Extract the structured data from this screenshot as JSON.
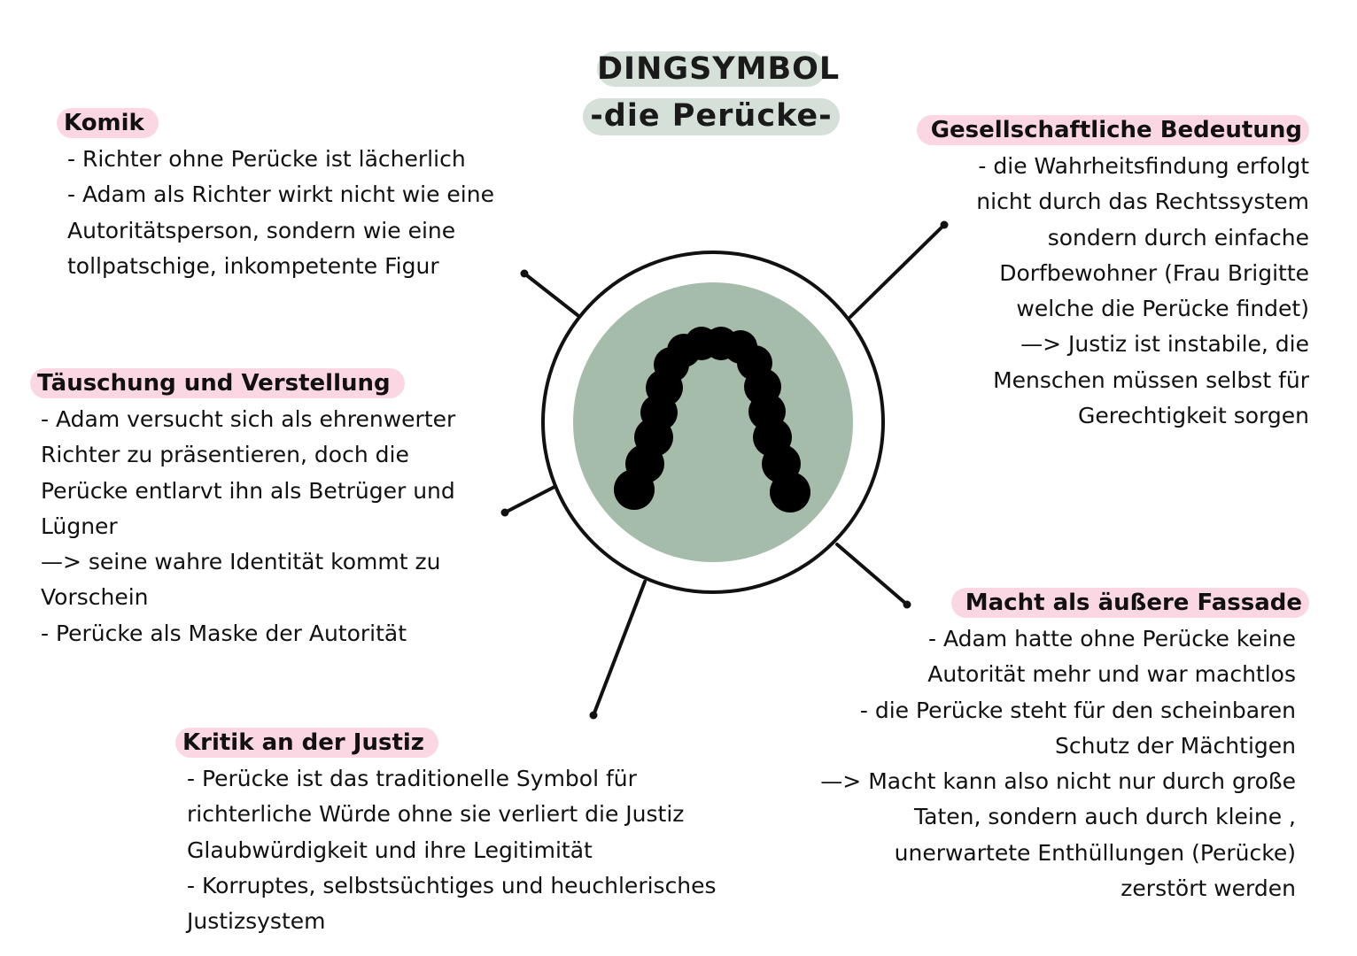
{
  "title": {
    "line1": "DINGSYMBOL",
    "line2": "-die Perücke-"
  },
  "colors": {
    "title_highlight": "#d5e0d8",
    "heading_highlight": "#fbd7e3",
    "circle_fill": "#a6bcaa",
    "wig": "#000000"
  },
  "center": {
    "icon": "wig-icon"
  },
  "sections": {
    "komik": {
      "heading": "Komik",
      "lines": [
        "- Richter ohne Perücke ist lächerlich",
        "- Adam als Richter wirkt nicht wie eine",
        "Autoritätsperson, sondern wie eine",
        "tollpatschige, inkompetente Figur"
      ]
    },
    "taeuschung": {
      "heading": "Täuschung und Verstellung",
      "lines": [
        "- Adam versucht sich als ehrenwerter",
        "Richter zu präsentieren, doch die",
        "Perücke entlarvt ihn als Betrüger und",
        "Lügner",
        "—> seine wahre Identität kommt zu",
        "Vorschein",
        "- Perücke als Maske der Autorität"
      ]
    },
    "kritik": {
      "heading": "Kritik an der Justiz",
      "lines": [
        "- Perücke ist das traditionelle Symbol für",
        "richterliche Würde ohne sie verliert die Justiz",
        "Glaubwürdigkeit und ihre Legitimität",
        "- Korruptes, selbstsüchtiges und heuchlerisches",
        "Justizsystem"
      ]
    },
    "gesellschaft": {
      "heading": "Gesellschaftliche Bedeutung",
      "lines": [
        "- die Wahrheitsfindung erfolgt",
        "nicht durch das Rechtssystem",
        "sondern durch einfache",
        "Dorfbewohner (Frau Brigitte",
        "welche die Perücke findet)",
        "—> Justiz ist instabile, die",
        "Menschen müssen selbst für",
        "Gerechtigkeit sorgen"
      ]
    },
    "macht": {
      "heading": "Macht als äußere Fassade",
      "lines": [
        "- Adam hatte ohne Perücke keine",
        "Autorität mehr und war machtlos",
        "- die Perücke steht für den scheinbaren",
        "Schutz der Mächtigen",
        "—> Macht kann also nicht nur durch große",
        "Taten, sondern auch durch kleine ,",
        "unerwartete Enthüllungen (Perücke)",
        "zerstört werden"
      ]
    }
  }
}
